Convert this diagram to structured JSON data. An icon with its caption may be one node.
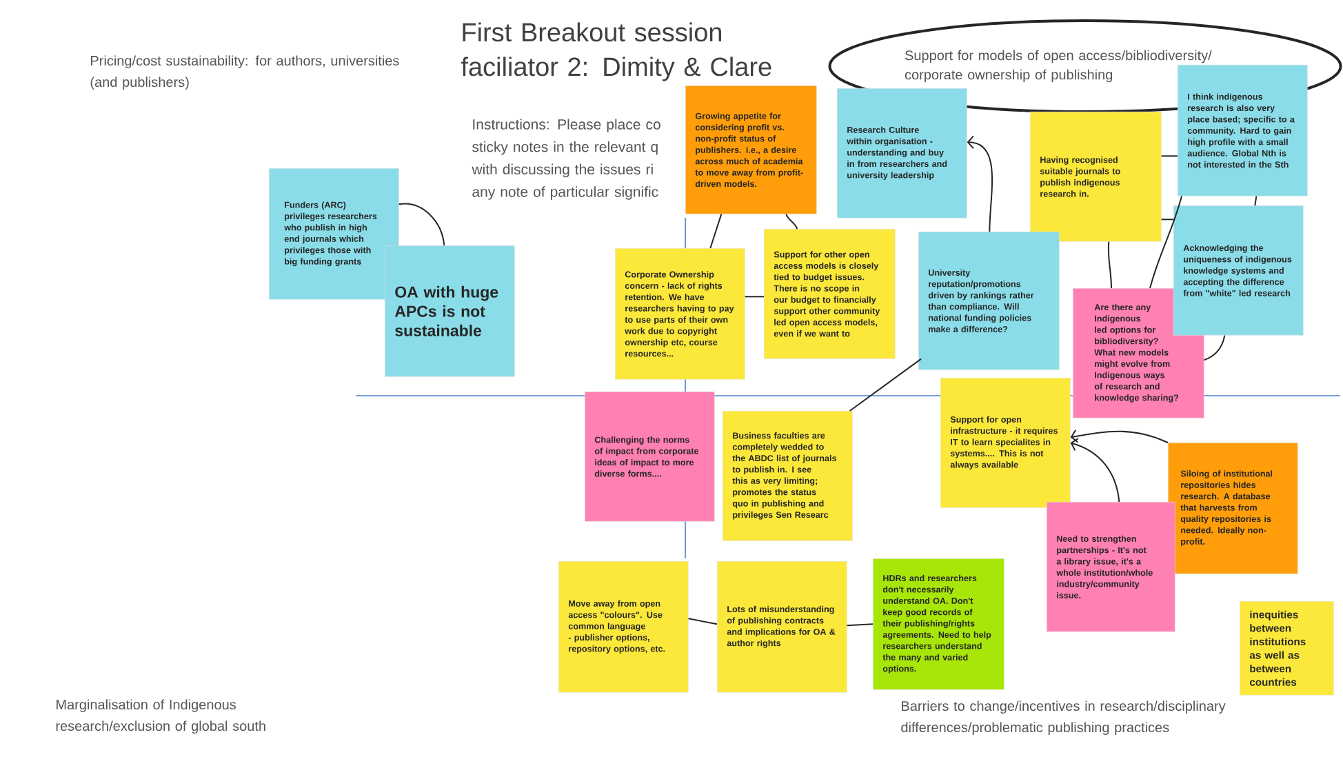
{
  "diagram": {
    "title": "First Breakout session faciliator 2: Dimity & Clare",
    "nodes": [
      {
        "text": [
          "Support for models of open access/bibliodiversity/ corporate ownership of publishing"
        ]
      },
      {
        "text": [
          "Growing appetite for considering profit vs. non-profit status of publishers. i.e., a desire across much of academia to move away from profit-driven models."
        ]
      },
      {
        "text": [
          "Research Culture within organisation - understanding and buy in from researchers and university leadership"
        ]
      },
      {
        "text": [
          "Having recognised suitable journals to publish indigenous research in."
        ]
      },
      {
        "text": [
          "I think indigenous research is also very place based; specific to a community. Hard to gain high profile with a small audience. Global Nth is not interested in the Sth"
        ]
      },
      {
        "text": [
          "Funders (ARC) privileges researchers who publish in high end journals which privileges those with big funding grants"
        ]
      },
      {
        "text": [
          "OA with huge APCs is not sustainable"
        ]
      },
      {
        "text": [
          "Corporate Ownership concern - lack of rights retention. We have researchers having to pay to use parts of their own work due to copyright ownership etc, course resources..."
        ]
      },
      {
        "text": [
          "Support for other open access models is closely tied to budget issues. There is no scope in our budget to financially support other community led open access models, even if we want to"
        ]
      },
      {
        "text": [
          "University reputation/promotions driven by rankings rather than compliance. Will national funding policies make a difference?"
        ]
      },
      {
        "text": [
          "Are there any Indigenous led options for bibliodiversity? What new models might evolve from Indigenous ways of research and knowledge sharing?"
        ]
      },
      {
        "text": [
          "Acknowledging the uniqueness of indigenous knowledge systems and accepting the difference from \"white\" led research"
        ]
      },
      {
        "text": [
          "Challenging the norms of impact from corporate ideas of impact to more diverse forms...."
        ]
      },
      {
        "text": [
          "Business faculties are completely wedded to the ABDC list of journals to publish in. I see this as very limiting; promotes the status quo in publishing and privileges Sen Researc"
        ]
      },
      {
        "text": [
          "Support for open infrastructure - it requires IT to learn specialites in systems.... This is not always available"
        ]
      },
      {
        "text": [
          "Siloing of institutional repositories hides research. A database that harvests from quality repositories is needed. Ideally non-profit."
        ]
      },
      {
        "text": [
          "Need to strengthen partnerships - It's not a library issue, it's a whole institution/whole industry/community issue."
        ]
      },
      {
        "text": [
          "Move away from open access \"colours\". Use common language - publisher options, repository options, etc."
        ]
      },
      {
        "text": [
          "Lots of misunderstanding of publishing contracts and implications for OA & author rights"
        ]
      },
      {
        "text": [
          "HDRs and researchers don't necessarily understand OA. Don't keep good records of their publishing/rights agreements. Need to help researchers understand the many and varied options."
        ]
      },
      {
        "text": [
          "inequities between institutions as well as between countries"
        ]
      }
    ],
    "edges": [
      {
        "from": 5,
        "to": 6,
        "arrow": "none"
      },
      {
        "from": 1,
        "to": 7,
        "arrow": "none"
      },
      {
        "from": 1,
        "to": 8,
        "arrow": "none"
      },
      {
        "from": 7,
        "to": 8,
        "arrow": "none"
      },
      {
        "from": 9,
        "to": 2,
        "arrow": "to"
      },
      {
        "from": 9,
        "to": 13,
        "arrow": "none"
      },
      {
        "from": 3,
        "to": 10,
        "arrow": "none"
      },
      {
        "from": 4,
        "to": 10,
        "arrow": "none"
      },
      {
        "from": 4,
        "to": 11,
        "arrow": "none"
      },
      {
        "from": 3,
        "to": 4,
        "arrow": "none"
      },
      {
        "from": 3,
        "to": 11,
        "arrow": "none"
      },
      {
        "from": 11,
        "to": 10,
        "arrow": "none"
      },
      {
        "from": 16,
        "to": 14,
        "arrow": "to"
      },
      {
        "from": 15,
        "to": 14,
        "arrow": "to"
      },
      {
        "from": 17,
        "to": 18,
        "arrow": "none"
      },
      {
        "from": 18,
        "to": 19,
        "arrow": "none"
      }
    ],
    "labels": [
      "Pricing/cost sustainability: for authors, universities (and publishers)",
      "Instructions: Please place co sticky notes in the relevant q with discussing the issues ri any note of particular signific",
      "Marginalisation of Indigenous research/exclusion of global south",
      "Barriers to change/incentives in research/disciplinary differences/problematic publishing practices"
    ]
  }
}
